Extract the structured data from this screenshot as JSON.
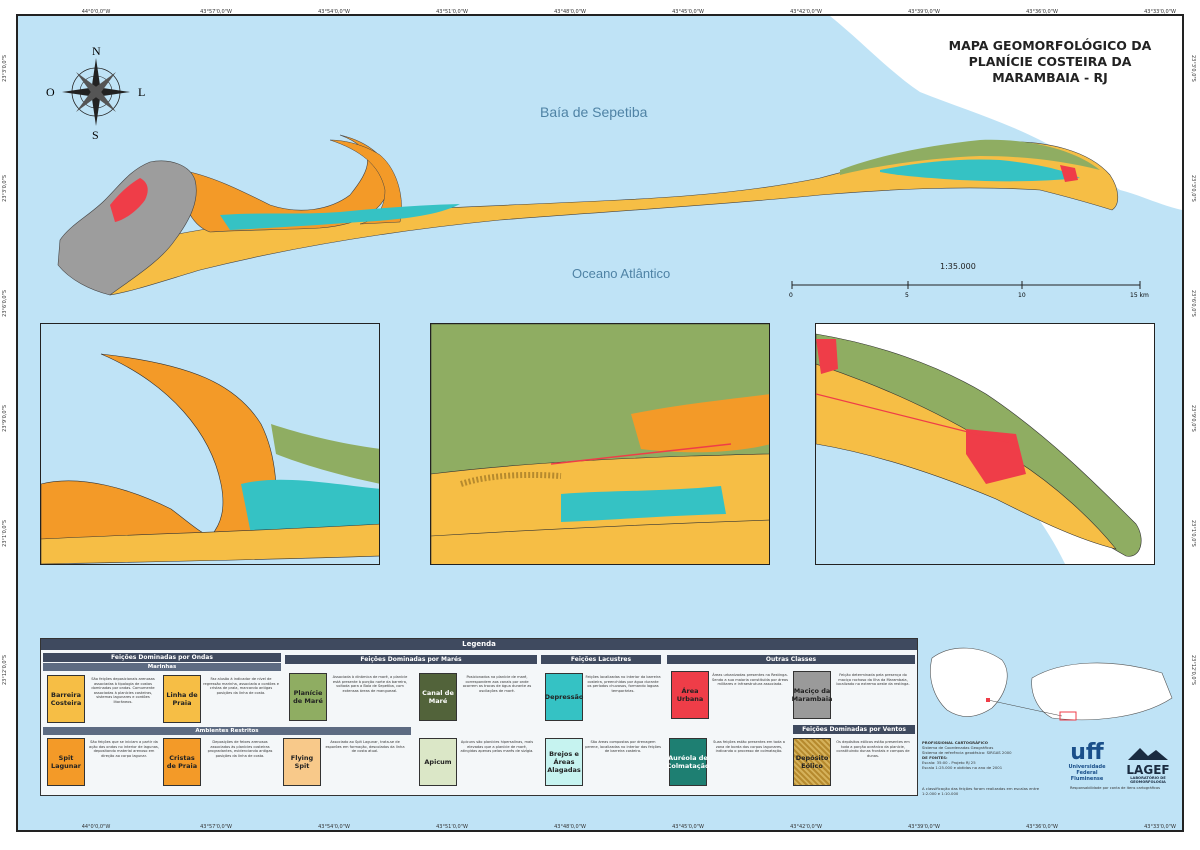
{
  "title_lines": [
    "MAPA GEOMORFOLÓGICO DA",
    "PLANÍCIE COSTEIRA DA",
    "MARAMBAIA - RJ"
  ],
  "compass": {
    "n": "N",
    "s": "S",
    "l": "L",
    "o": "O"
  },
  "water_labels": {
    "bay": "Baía de Sepetiba",
    "ocean": "Oceano Atlântico"
  },
  "scale": {
    "ratio": "1:35.000",
    "ticks": [
      "0",
      "5",
      "10",
      "15 km"
    ]
  },
  "coords": {
    "top": [
      "44°0'0,0\"W",
      "43°57'0,0\"W",
      "43°54'0,0\"W",
      "43°51'0,0\"W",
      "43°48'0,0\"W",
      "43°45'0,0\"W",
      "43°42'0,0\"W",
      "43°39'0,0\"W",
      "43°36'0,0\"W",
      "43°33'0,0\"W"
    ],
    "side": [
      "23°3'0,0\"S",
      "23°3'0,0\"S",
      "23°6'0,0\"S",
      "23°9'0,0\"S",
      "23°1'0,0\"S",
      "23°12'0,0\"S"
    ]
  },
  "colors": {
    "water": "#bfe3f6",
    "land_grey": "#9d9d9d",
    "barreira": "#f6be45",
    "spit": "#f39a28",
    "mare": "#8fad62",
    "canal": "#52633a",
    "lagoon": "#35c2c4",
    "brejo": "#c6f3f0",
    "urbana": "#ef3d48",
    "macico": "#9a9a9a",
    "eolico": "#b68a2e",
    "apicum": "#dbe7c7",
    "flying": "#f8c98a",
    "colmatacao": "#1e7f72"
  },
  "legend": {
    "title": "Legenda",
    "sec_ondas": "Feições Dominadas por Ondas",
    "sub_marinhas": "Marinhas",
    "sub_restritos": "Ambientes Restritos",
    "sec_mares": "Feições Dominadas por Marés",
    "sec_lacustres": "Feições Lacustres",
    "sec_outras": "Outras Classes",
    "sec_ventos": "Feições Dominadas por Ventos",
    "items": {
      "barreira": {
        "label": "Barreira Costeira",
        "desc": "São feições deposicionais arenosas associadas à tipologia de costas dominadas por ondas. Comumente associadas à planícies costeiras, sistemas lagunares e cordões litorâneos."
      },
      "linha": {
        "label": "Linha de Praia",
        "desc": "Faz alusão à indicador de nível de regressão marinha, associada a cordões e cristas de praia, marcando antigas posições da linha de costa."
      },
      "spit": {
        "label": "Spit Lagunar",
        "desc": "São feições que se iniciam a partir da ação das ondas no interior de lagunas, depositando material arenoso em direção ao corpo lagunar."
      },
      "cristas": {
        "label": "Cristas de Praia",
        "desc": "Deposições de feixes arenosos associados às planícies costeiras progradantes, evidenciando antigas posições da linha de costa."
      },
      "flying": {
        "label": "Flying Spit",
        "desc": "Associado ao Spit Lagunar, trata-se de esporões em formação, descolados da linha de costa atual."
      },
      "planicie": {
        "label": "Planície de Maré",
        "desc": "Associada à dinâmica de maré, a planície está presente à porção norte da barreira, voltada para a Baía de Sepetiba, com extensas áreas de manguezal."
      },
      "canal": {
        "label": "Canal de Maré",
        "desc": "Posicionados na planície de maré, correspondem aos canais por onde ocorrem as trocas de água durante as oscilações de maré."
      },
      "apicum": {
        "label": "Apicum",
        "desc": "Apicuns são planícies hipersalinas, mais elevadas que a planície de maré, atingidas apenas pelas marés de sizígia."
      },
      "depressao": {
        "label": "Depressão",
        "desc": "Feições localizadas no interior da barreira costeira, preenchidas por água durante os períodos chuvosos, formando lagoas temporárias."
      },
      "brejos": {
        "label": "Brejos e Áreas Alagadas",
        "desc": "São áreas compostas por drenagem perene, localizadas no interior das feições de barreira costeira."
      },
      "aureola": {
        "label": "Auréola de Colmatação",
        "desc": "Suas feições estão presentes em toda a zona de borda dos corpos lagunares, indicando o processo de colmatação."
      },
      "urbana": {
        "label": "Área Urbana",
        "desc": "Áreas urbanizadas presentes na Restinga. Sendo a sua maioria constituída por áreas militares e infraestrutura associada."
      },
      "macico": {
        "label": "Maciço da Marambaia",
        "desc": "Feição determinada pela presença do maciço rochoso da Ilha da Marambaia, localizado no extremo oeste da restinga."
      },
      "eolico": {
        "label": "Depósito Eólico",
        "desc": "Os depósitos eólicos estão presentes em toda a porção oceânica da planície, constituindo dunas frontais e campos de dunas."
      }
    }
  },
  "professional": {
    "heading": "PROFISSIONAL CARTOGRÁFICO",
    "lines": [
      "Sistema de Coordenadas Geográficas",
      "Sistema de referência geodésico: SIRGAS 2000",
      "DE FONTES:",
      "Escala: 35:00 - Projeto RJ 25",
      "Escala 1:25.000 e obtidas no ano de 2001"
    ]
  },
  "footer_note": "A classificação das feições foram realizadas em escalas entre 1:2.000 e 1:10.000",
  "logos": {
    "uff": "uff",
    "uff_sub": "Universidade Federal Fluminense",
    "lagef": "LAGEF",
    "lagef_sub": "LABORATÓRIO DE GEOMORFOLOGIA"
  },
  "credit": "Responsabilidade por conta de itens cartográficos"
}
